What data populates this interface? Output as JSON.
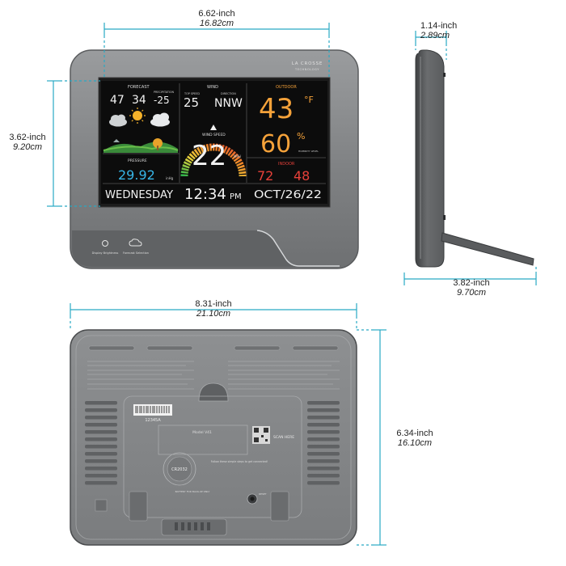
{
  "dimensions": {
    "front_width": {
      "inch": "6.62-inch",
      "cm": "16.82cm"
    },
    "front_height": {
      "inch": "3.62-inch",
      "cm": "9.20cm"
    },
    "side_depth_top": {
      "inch": "1.14-inch",
      "cm": "2.89cm"
    },
    "side_depth_base": {
      "inch": "3.82-inch",
      "cm": "9.70cm"
    },
    "back_width": {
      "inch": "8.31-inch",
      "cm": "21.10cm"
    },
    "back_height": {
      "inch": "6.34-inch",
      "cm": "16.10cm"
    }
  },
  "colors": {
    "dimension_line": "#29a9c4",
    "housing": "#8a8c8e",
    "housing_dark": "#5c5e60",
    "screen": "#0c0c0c",
    "outdoor_orange": "#f5a23a",
    "indoor_red": "#e8413a",
    "pressure_blue": "#37b6e8",
    "forecast_white": "#f2f2f2"
  },
  "front": {
    "brand": "LA CROSSE",
    "brand_sub": "TECHNOLOGY",
    "forecast": {
      "label": "FORECAST",
      "hi": "47",
      "lo": "34",
      "precip_label": "PRECIPITATION",
      "precip": "-25",
      "pressure_label": "PRESSURE",
      "pressure": "29.92",
      "pressure_unit": "inHg"
    },
    "wind": {
      "label": "WIND",
      "top_speed_label": "TOP SPEED",
      "top_speed": "25",
      "top_speed_unit": "MPH",
      "direction_label": "DIRECTION",
      "direction": "NNW",
      "speed_label": "WIND SPEED",
      "speed": "22",
      "speed_unit": "MPH"
    },
    "outdoor": {
      "label": "OUTDOOR",
      "temp": "43",
      "temp_unit": "°F",
      "humidity": "60",
      "humidity_unit": "%",
      "humidity_label": "HUMIDITY LEVEL"
    },
    "indoor": {
      "label": "INDOOR",
      "temp": "72",
      "humidity": "48"
    },
    "day": "WEDNESDAY",
    "time": "12:34",
    "ampm": "PM",
    "date": "OCT/26/22",
    "btn_left_label": "Display Brightness",
    "btn_right_label": "Forecast Selection"
  },
  "back": {
    "barcode_number": "12345A",
    "model_text": "Model V41",
    "scan_here": "SCAN HERE",
    "battery_text": "CR2032",
    "battery_note": "BATTERY FOR BACK-UP ONLY",
    "reset_text": "RESET",
    "setup_steps": "Follow these simple steps to get connected!"
  }
}
